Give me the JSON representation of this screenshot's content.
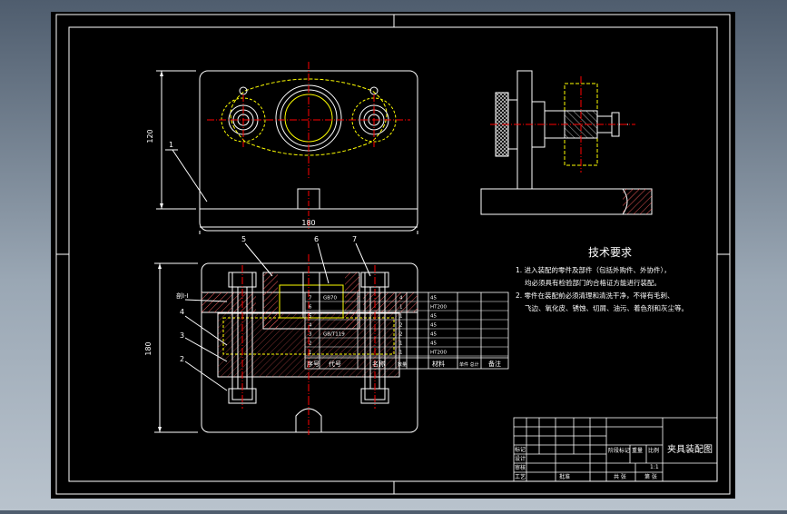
{
  "colors": {
    "background": "#000000",
    "line": "#ffffff",
    "highlight": "#ffff00",
    "center": "#ff0000",
    "hatch": "#ff6060",
    "part": "#ffffff"
  },
  "drawing": {
    "dimensions": {
      "top_height": "120",
      "top_width": "180",
      "front_height": "180"
    },
    "balloons": [
      "1",
      "2",
      "3",
      "4",
      "5",
      "6",
      "7"
    ],
    "section_label": "剖I-I",
    "tech_requirements": {
      "title": "技术要求",
      "line1": "1. 进入装配的零件及部件（包括外购件、外协件），",
      "line2": "均必须具有检验部门的合格证方能进行装配。",
      "line3": "2. 零件在装配前必须清理和清洗干净，不得有毛刺、",
      "line4": "飞边、氧化皮、锈蚀、切屑、油污、着色剂和灰尘等。"
    },
    "bom": {
      "rows": [
        [
          "7",
          "GB70",
          "",
          "4",
          "45"
        ],
        [
          "6",
          "",
          "",
          "1",
          "HT200"
        ],
        [
          "5",
          "",
          "",
          "1",
          "45"
        ],
        [
          "4",
          "",
          "",
          "2",
          "45"
        ],
        [
          "3",
          "GB/T119",
          "",
          "2",
          "45"
        ],
        [
          "2",
          "",
          "",
          "1",
          "45"
        ],
        [
          "1",
          "",
          "",
          "1",
          "HT200"
        ]
      ],
      "header": {
        "no": "序号",
        "code": "代号",
        "name": "名称",
        "qty": "数量",
        "material": "材料",
        "weight": "单件 总计",
        "note": "备注"
      }
    },
    "title_block": {
      "title": "夹具装配图",
      "scale": "1:1",
      "row_labels": [
        "标记",
        "设计",
        "审核",
        "工艺"
      ],
      "mid_labels": [
        "阶段标记",
        "重量",
        "比例"
      ],
      "bottom_labels": [
        "共 张",
        "第 张"
      ],
      "approve": "批准"
    }
  }
}
